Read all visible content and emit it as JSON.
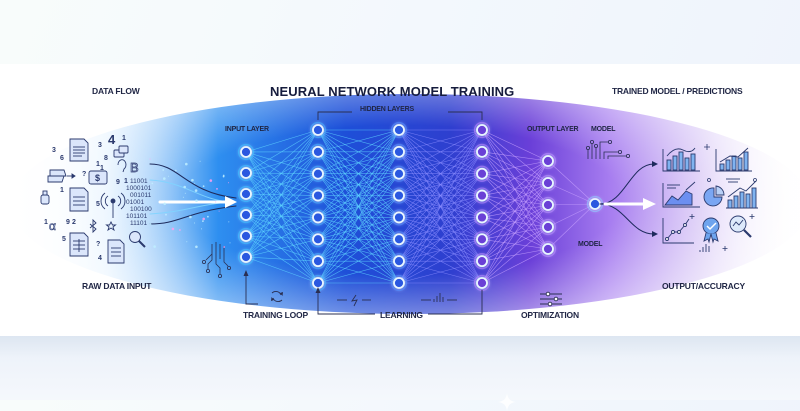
{
  "title": "NEURAL NETWORK MODEL TRAINING",
  "labels": {
    "data_flow": "DATA FLOW",
    "raw_data_input": "RAW DATA INPUT",
    "input_layer": "INPUT LAYER",
    "hidden_layers": "HIDDEN LAYERS",
    "output_layer": "OUTPUT LAYER",
    "model_top": "MODEL",
    "model_bottom": "MODEL",
    "trained_model": "TRAINED MODEL / PREDICTIONS",
    "output_accuracy": "OUTPUT/ACCURACY",
    "training_loop": "TRAINING LOOP",
    "learning": "LEARNING",
    "optimization": "OPTIMIZATION"
  },
  "network": {
    "layers": [
      {
        "name": "input",
        "nodes": 6
      },
      {
        "name": "hidden-1",
        "nodes": 8
      },
      {
        "name": "hidden-2",
        "nodes": 8
      },
      {
        "name": "hidden-3",
        "nodes": 8
      },
      {
        "name": "output",
        "nodes": 5
      },
      {
        "name": "model",
        "nodes": 1
      }
    ]
  },
  "binary_text": [
    "11001",
    "1000101",
    "001011",
    "01001",
    "100100",
    "101101",
    "11101"
  ],
  "scatter_glyphs": [
    "3",
    "4",
    "1",
    "6",
    "3",
    "8",
    "1",
    "1",
    "?",
    "9",
    "1",
    "1",
    "5",
    "1",
    "9",
    "2",
    "5",
    "?",
    "4"
  ],
  "icons": {
    "data_sources": [
      "document-icon",
      "chat-icon",
      "dollar-chat-icon",
      "document-icon",
      "signal-tower-icon",
      "alpha-icon",
      "bluetooth-icon",
      "star-icon",
      "magnifier-icon",
      "spreadsheet-icon",
      "document-icon",
      "database-icon"
    ],
    "predictions": [
      "bar-chart-icon",
      "trend-bar-chart-icon",
      "area-chart-icon",
      "pie-chart-icon",
      "growth-chart-icon",
      "scatter-chart-icon",
      "badge-check-icon",
      "search-chart-icon"
    ]
  },
  "colors": {
    "input_blue": "#27a9f5",
    "hidden_blue": "#3e6cf0",
    "purple": "#9a5cf0",
    "dark_text": "#1f2544",
    "node_stroke": "#e8f6ff"
  }
}
